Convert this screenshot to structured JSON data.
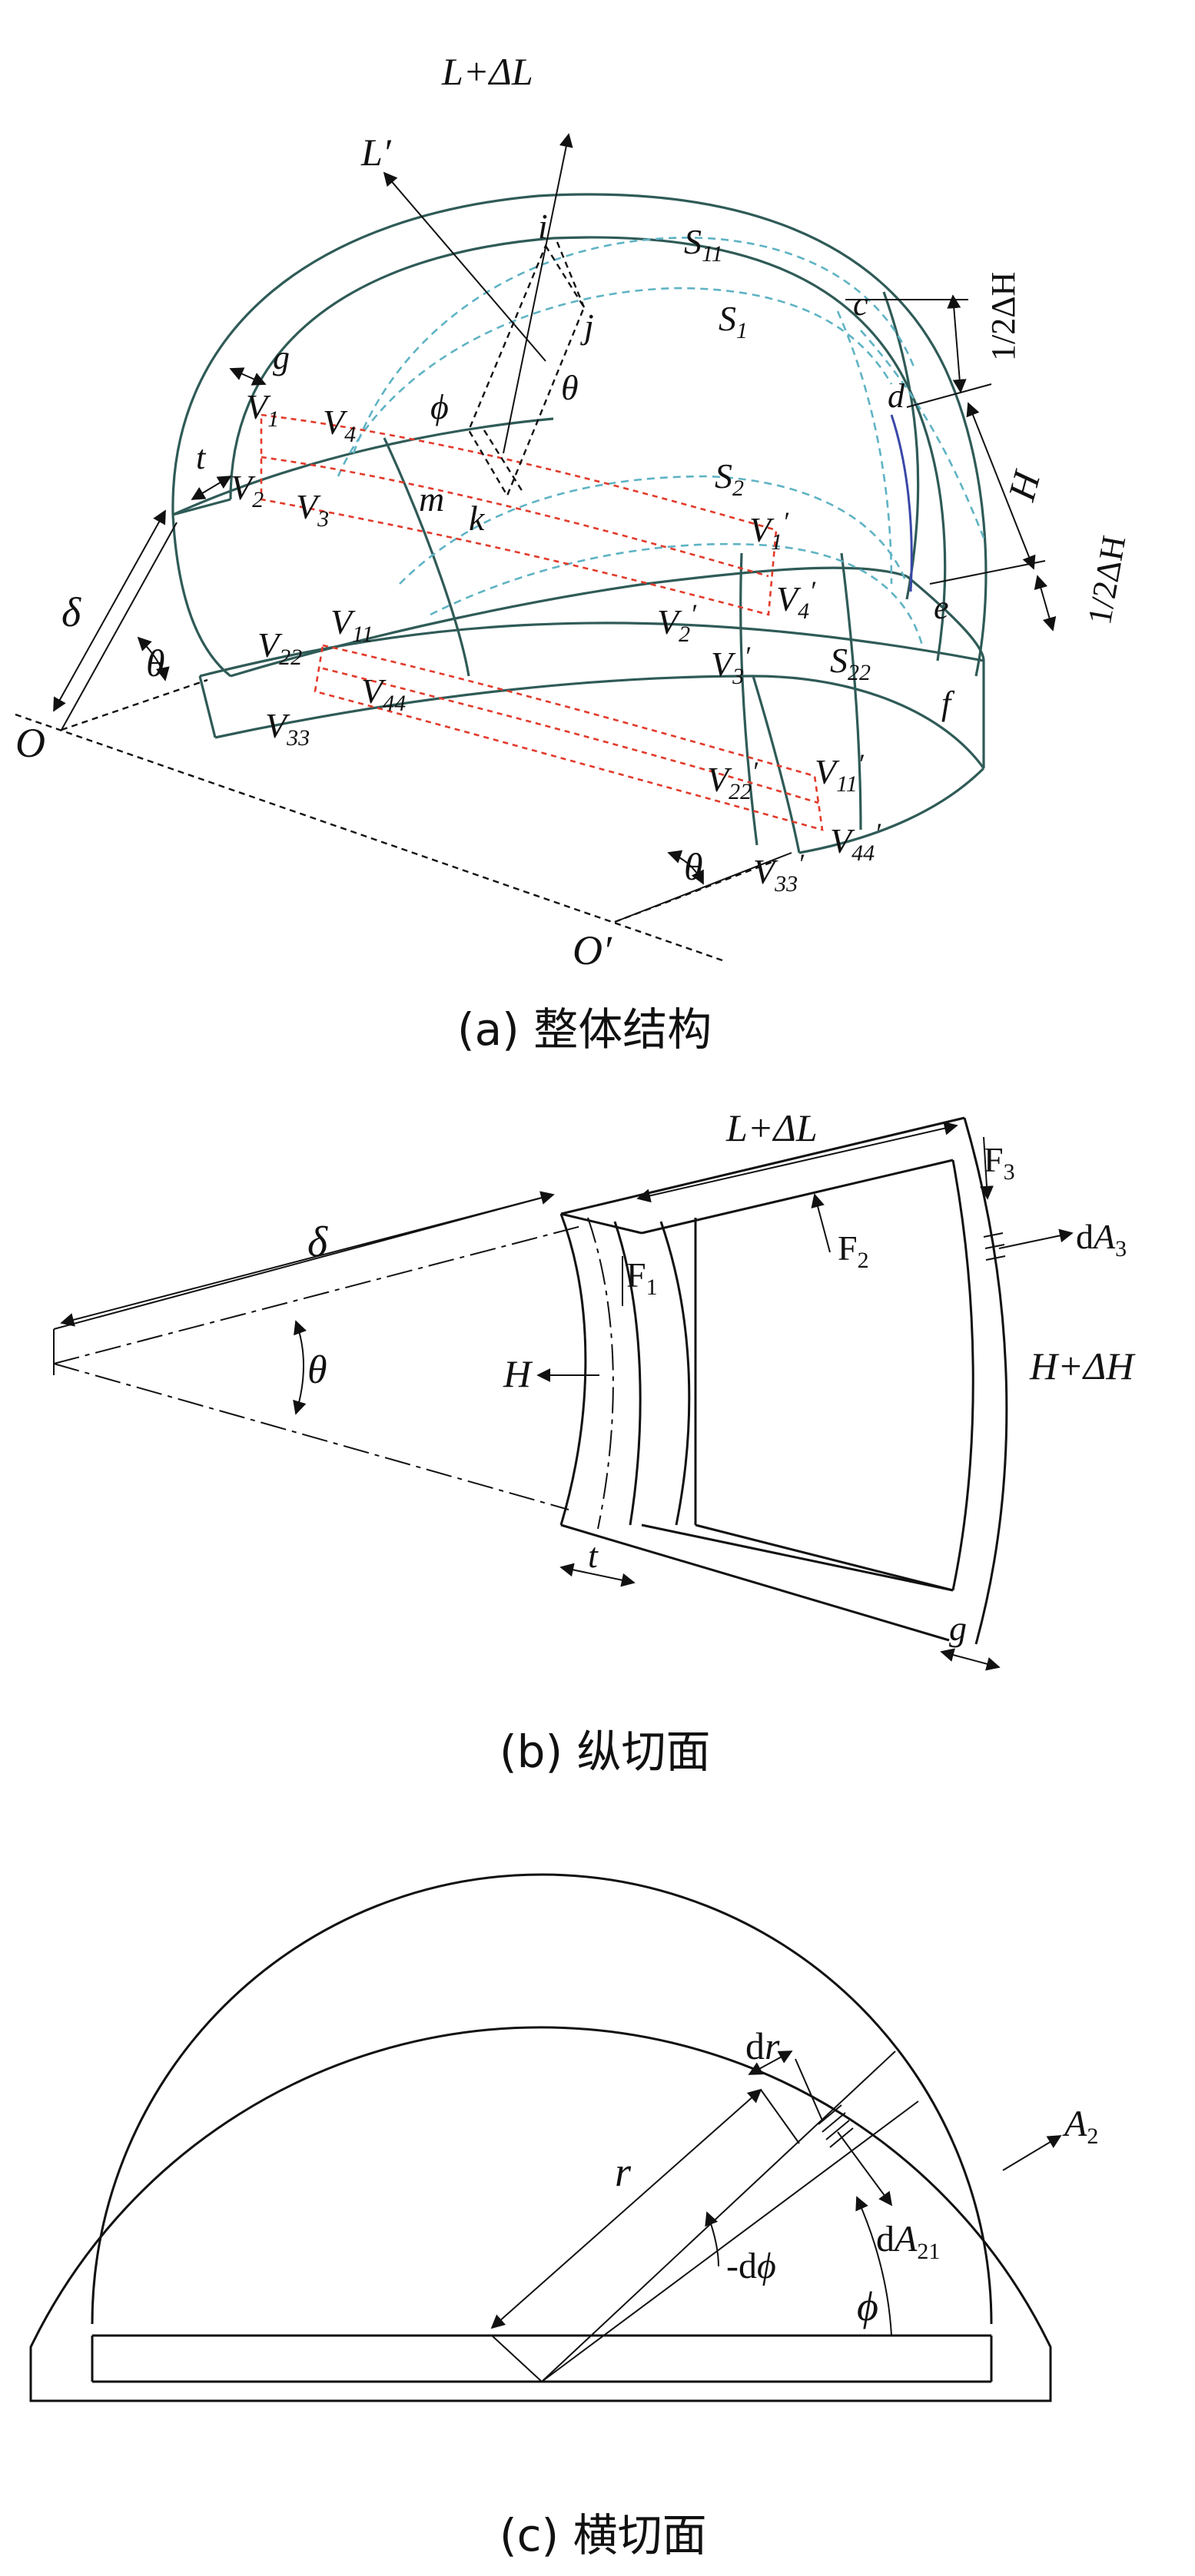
{
  "panel_a": {
    "caption": "(a)  整体结构",
    "labels": {
      "L_plus_dL": "L+ΔL",
      "L_prime": "L′",
      "i": "i",
      "j": "j",
      "theta_top": "θ",
      "phi": "ϕ",
      "m": "m",
      "k": "k",
      "S11": "S",
      "S11_sub": "11",
      "S1": "S",
      "S1_sub": "1",
      "S2": "S",
      "S2_sub": "2",
      "S22": "S",
      "S22_sub": "22",
      "c": "c",
      "d": "d",
      "e": "e",
      "f": "f",
      "g": "g",
      "t": "t",
      "half_dH_top": "1/2ΔH",
      "H": "H",
      "half_dH_bot": "1/2ΔH",
      "V1": "V",
      "V1_sub": "1",
      "V2": "V",
      "V2_sub": "2",
      "V3": "V",
      "V3_sub": "3",
      "V4": "V",
      "V4_sub": "4",
      "V1p": "V",
      "V1p_sub": "1",
      "V2p": "V",
      "V2p_sub": "2",
      "V3p": "V",
      "V3p_sub": "3",
      "V4p": "V",
      "V4p_sub": "4",
      "V11": "V",
      "V11_sub": "11",
      "V22": "V",
      "V22_sub": "22",
      "V33": "V",
      "V33_sub": "33",
      "V44": "V",
      "V44_sub": "44",
      "V11p": "V",
      "V11p_sub": "11",
      "V22p": "V",
      "V22p_sub": "22",
      "V33p": "V",
      "V33p_sub": "33",
      "V44p": "V",
      "V44p_sub": "44",
      "delta": "δ",
      "theta_left": "θ",
      "theta_bottom": "θ",
      "O": "O",
      "O_prime": "O′"
    }
  },
  "panel_b": {
    "caption": "(b)  纵切面",
    "labels": {
      "L_plus_dL": "L+ΔL",
      "F3": "F",
      "F3_sub": "3",
      "dA3": "d",
      "dA3_A": "A",
      "dA3_sub": "3",
      "F2": "F",
      "F2_sub": "2",
      "F1": "F",
      "F1_sub": "1",
      "delta": "δ",
      "theta": "θ",
      "H": "H",
      "H_plus_dH": "H+ΔH",
      "t": "t",
      "g": "g"
    }
  },
  "panel_c": {
    "caption": "(c)  横切面",
    "labels": {
      "dr": "d",
      "dr_r": "r",
      "r": "r",
      "A2": "A",
      "A2_sub": "2",
      "dA21": "d",
      "dA21_A": "A",
      "dA21_sub": "21",
      "dphi": "-d",
      "dphi_phi": "ϕ",
      "phi": "ϕ"
    }
  },
  "colors": {
    "outline": "#2f5b57",
    "guide": "#5fb3c4",
    "element": "#e23a2a",
    "ink": "#111111",
    "accent": "#3a48a8"
  }
}
